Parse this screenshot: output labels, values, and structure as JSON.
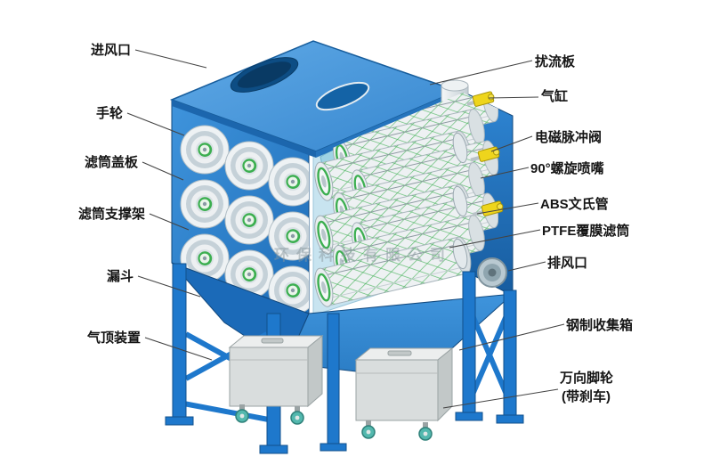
{
  "diagram": {
    "type": "labeled technical illustration",
    "subject": "cartridge dust collector"
  },
  "labels": {
    "left": [
      "进风口",
      "手轮",
      "滤筒盖板",
      "滤筒支撑架",
      "漏斗",
      "气顶装置"
    ],
    "right": [
      "扰流板",
      "气缸",
      "电磁脉冲阀",
      "90°螺旋喷嘴",
      "ABS文氏管",
      "PTFE覆膜滤筒",
      "排风口",
      "钢制收集箱",
      "万向脚轮",
      "(带刹车)"
    ]
  },
  "watermark": "环保科技有限公司",
  "colors": {
    "machine_blue": "#2a86d2",
    "machine_blue_dark": "#1b6fc0",
    "lid_blue": "#4fa0e2",
    "cartridge_green": "#3caf50",
    "valve_yellow": "#eed51c",
    "bin_gray": "#d9dddd",
    "wheel_teal": "#53b8ae",
    "label_text": "#151515",
    "leader_line": "#444444"
  }
}
